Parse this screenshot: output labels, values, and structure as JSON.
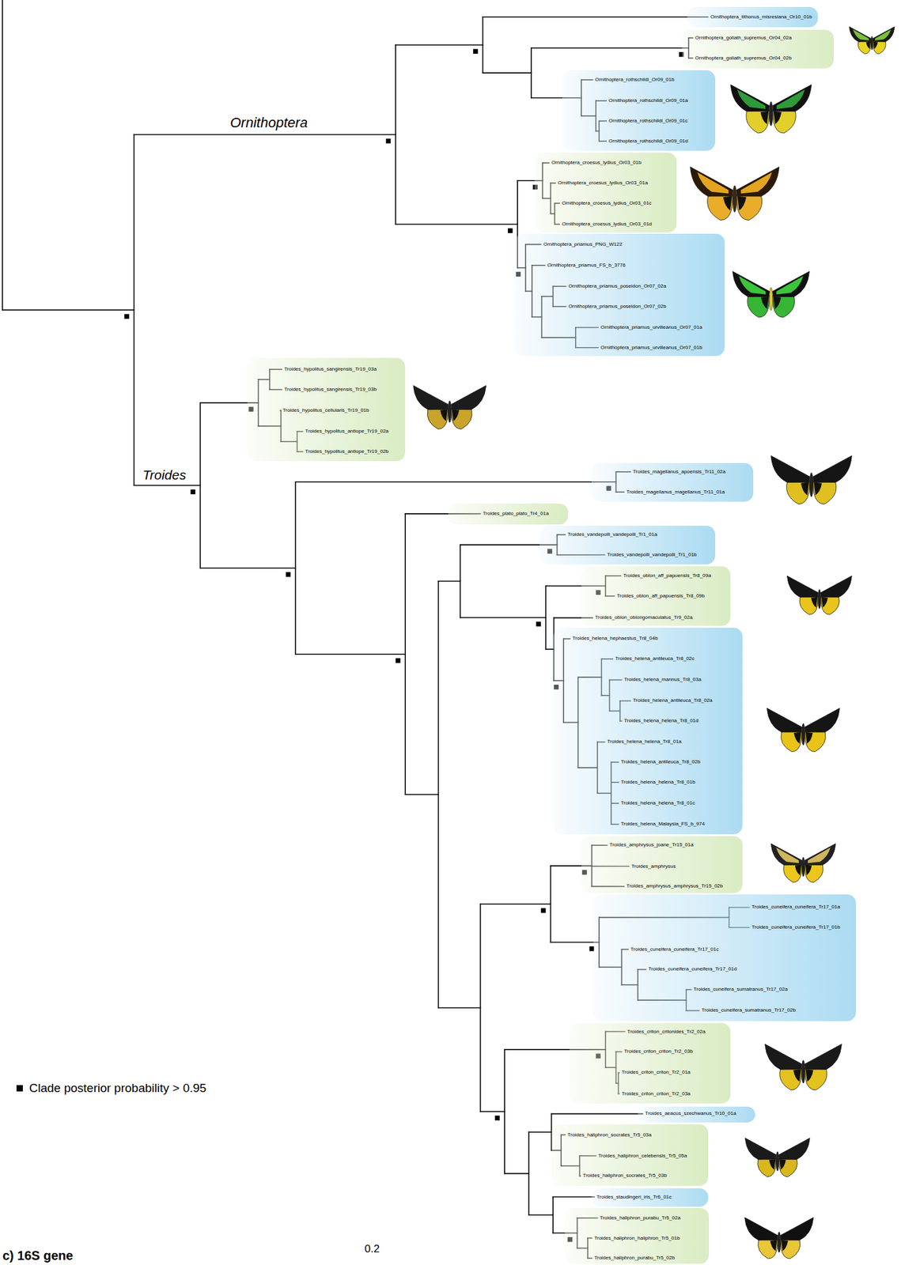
{
  "diagram": {
    "nodes": [
      {
        "text": [
          "Ornithoptera_tithonus_misresiana_Or10_01b"
        ]
      },
      {
        "text": [
          "Ornithoptera_goliath_supremus_Or04_02a",
          "Ornithoptera_goliath_supremus_Or04_02b"
        ]
      },
      {
        "text": [
          "Ornithoptera_rothschildi_Or09_01b",
          "Ornithoptera_rothschildi_Or09_01a",
          "Ornithoptera_rothschildi_Or09_01c",
          "Ornithoptera_rothschildi_Or09_01d"
        ]
      },
      {
        "text": [
          "Ornithoptera_croesus_lydius_Or03_01b",
          "Ornithoptera_croesus_lydius_Or03_01a",
          "Ornithoptera_croesus_lydius_Or03_01c",
          "Ornithoptera_croesus_lydius_Or03_01d"
        ]
      },
      {
        "text": [
          "Ornithoptera_priamus_PNG_W122",
          "Ornithoptera_priamus_FS_b_3776",
          "Ornithoptera_priamus_poseidon_Or07_02a",
          "Ornithoptera_priamus_poseidon_Or07_02b",
          "Ornithoptera_priamus_urvilleanus_Or07_01a",
          "Ornithoptera_priamus_urvilleanus_Or07_01b"
        ]
      },
      {
        "text": [
          "Troides_hypolitus_sangirensis_Tr19_03a",
          "Troides_hypolitus_sangirensis_Tr19_03b",
          "Troides_hypolitus_cellularis_Tr19_01b",
          "Troides_hypolitus_antiope_Tr19_02a",
          "Troides_hypolitus_antiope_Tr19_02b"
        ]
      },
      {
        "text": [
          "Troides_magellanus_apoensis_Tr11_02a",
          "Troides_magellanus_magellanus_Tr11_01a"
        ]
      },
      {
        "text": [
          "Troides_plato_plato_Tr4_01a"
        ]
      },
      {
        "text": [
          "Troides_vandepolli_vandepolli_Tr1_01a",
          "Troides_vandepolli_vandepolli_Tr1_01b"
        ]
      },
      {
        "text": [
          "Troides_oblon_aff_papuensis_Tr8_09a",
          "Troides_oblon_aff_papuensis_Tr8_09b",
          "Troides_oblon_oblongomaculatus_Tr9_02a"
        ]
      },
      {
        "text": [
          "Troides_helena_hephaestus_Tr8_04b",
          "Troides_helena_antileuca_Tr8_02c",
          "Troides_helena_mannus_Tr8_03a",
          "Troides_helena_antileuca_Tr8_02a",
          "Troides_helena_helena_Tr8_01d",
          "Troides_helena_helena_Tr8_01a",
          "Troides_helena_antileuca_Tr8_02b",
          "Troides_helena_helena_Tr8_01b",
          "Troides_helena_helena_Tr8_01c",
          "Troides_helena_Malaysia_FS_b_974"
        ]
      },
      {
        "text": [
          "Troides_amphrysus_joane_Tr15_01a",
          "Troides_amphrysus",
          "Troides_amphrysus_amphrysus_Tr15_02b"
        ]
      },
      {
        "text": [
          "Troides_cuneifera_cuneifera_Tr17_01a",
          "Troides_cuneifera_cuneifera_Tr17_01b",
          "Troides_cuneifera_cuneifera_Tr17_01c",
          "Troides_cuneifera_cuneifera_Tr17_01d",
          "Troides_cuneifera_sumatranus_Tr17_02a",
          "Troides_cuneifera_sumatranus_Tr17_02b"
        ]
      },
      {
        "text": [
          "Troides_criton_critonides_Tr2_02a",
          "Troides_criton_criton_Tr2_03b",
          "Troides_criton_criton_Tr2_01a",
          "Troides_criton_criton_Tr2_03a"
        ]
      },
      {
        "text": [
          "Troides_aeacus_szechwanus_Tr10_01a"
        ]
      },
      {
        "text": [
          "Troides_haliphron_socrates_Tr5_03a",
          "Troides_haliphron_celebensis_Tr5_05a",
          "Troides_haliphron_socrates_Tr5_03b"
        ]
      },
      {
        "text": [
          "Troides_staudingeri_iris_Tr6_01c"
        ]
      },
      {
        "text": [
          "Troides_haliphron_purabu_Tr5_02a",
          "Troides_haliphron_haliphron_Tr5_01b",
          "Troides_haliphron_purabu_Tr5_02b"
        ]
      }
    ],
    "labels": [
      "Ornithoptera",
      "Troides",
      "0.2",
      "c) 16S gene"
    ],
    "legend": [
      {
        "text": "Clade posterior probability > 0.95"
      }
    ]
  }
}
